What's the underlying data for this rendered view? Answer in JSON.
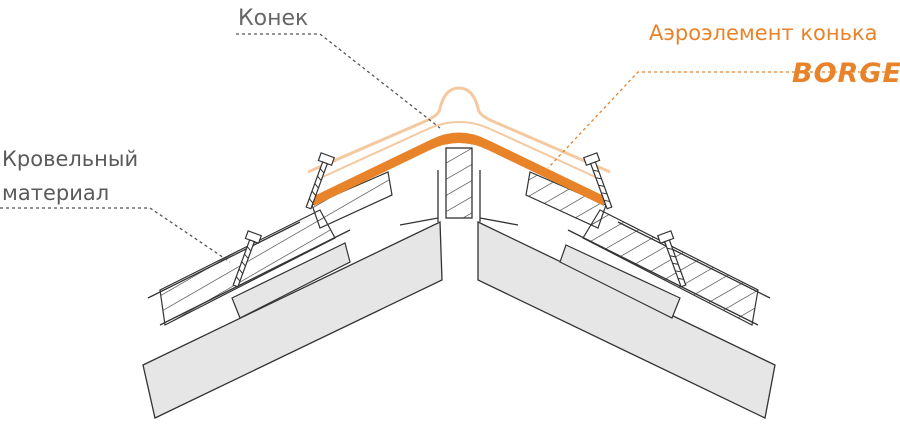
{
  "labels": {
    "ridge": "Конек",
    "roofing_line1": "Кровельный",
    "roofing_line2": "материал",
    "aero_element": "Аэроэлемент конька",
    "brand": "BORGE"
  },
  "colors": {
    "accent": "#E8832A",
    "ridge_light": "#F4C9A0",
    "text_gray": "#666666",
    "panel_fill": "#E6E6E6",
    "outline": "#333333"
  },
  "icons": [
    "screw-icon"
  ]
}
